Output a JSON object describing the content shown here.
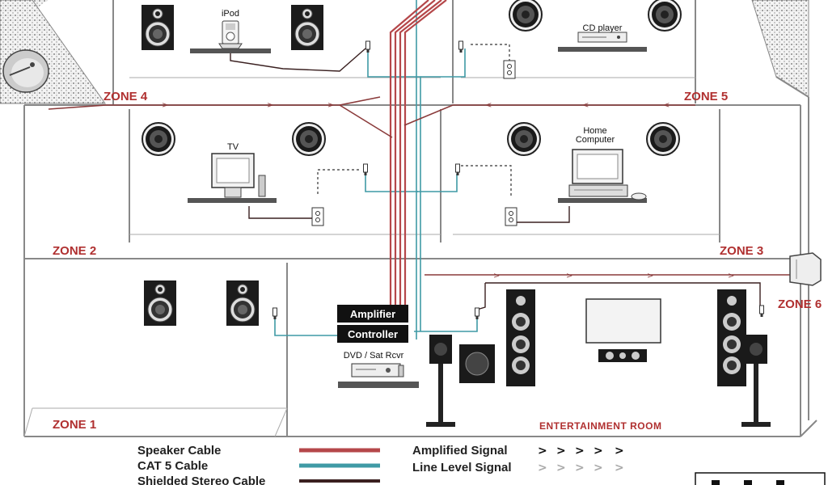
{
  "zones": {
    "zone1": "ZONE 1",
    "zone2": "ZONE 2",
    "zone3": "ZONE 3",
    "zone4": "ZONE 4",
    "zone5": "ZONE 5",
    "zone6": "ZONE 6"
  },
  "devices": {
    "ipod": "iPod",
    "cd_player": "CD player",
    "tv": "TV",
    "home_computer_line1": "Home",
    "home_computer_line2": "Computer",
    "dvd_sat": "DVD / Sat Rcvr",
    "amplifier": "Amplifier",
    "controller": "Controller",
    "entertainment_room": "ENTERTAINMENT ROOM"
  },
  "legend": {
    "speaker_cable": "Speaker Cable",
    "cat5_cable": "CAT 5 Cable",
    "shielded_stereo_cable": "Shielded Stereo Cable",
    "amplified_signal": "Amplified Signal",
    "line_level_signal": "Line Level Signal"
  },
  "colors": {
    "speaker_cable": "#b5474a",
    "cat5_cable": "#3f9aa5",
    "shielded_stereo_cable": "#3a2020",
    "zone_label": "#b03030",
    "wall": "#888888"
  },
  "chevrons": ">",
  "icons": [
    "speaker-icon",
    "ipod-icon",
    "cd-player-icon",
    "tv-icon",
    "computer-icon",
    "wall-plate-icon",
    "satellite-dish-icon",
    "subwoofer-icon",
    "tower-speaker-icon",
    "center-speaker-icon",
    "outdoor-speaker-icon"
  ]
}
